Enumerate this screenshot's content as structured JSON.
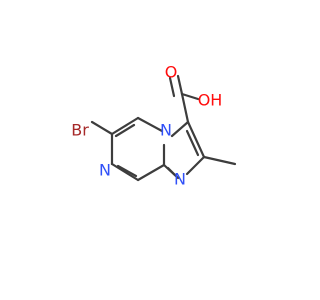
{
  "molecule": {
    "atoms": {
      "bromine": "Br",
      "carboxyl_oxygen": "O",
      "hydroxyl": "OH",
      "bridgehead_nitrogen": "N",
      "pyrazine_nitrogen": "N",
      "imidazole_nitrogen": "N"
    }
  },
  "colors": {
    "bond": "#3d3d3d",
    "oxygen": "#ff0d0d",
    "nitrogen": "#3050f8",
    "bromine": "#a62929"
  }
}
